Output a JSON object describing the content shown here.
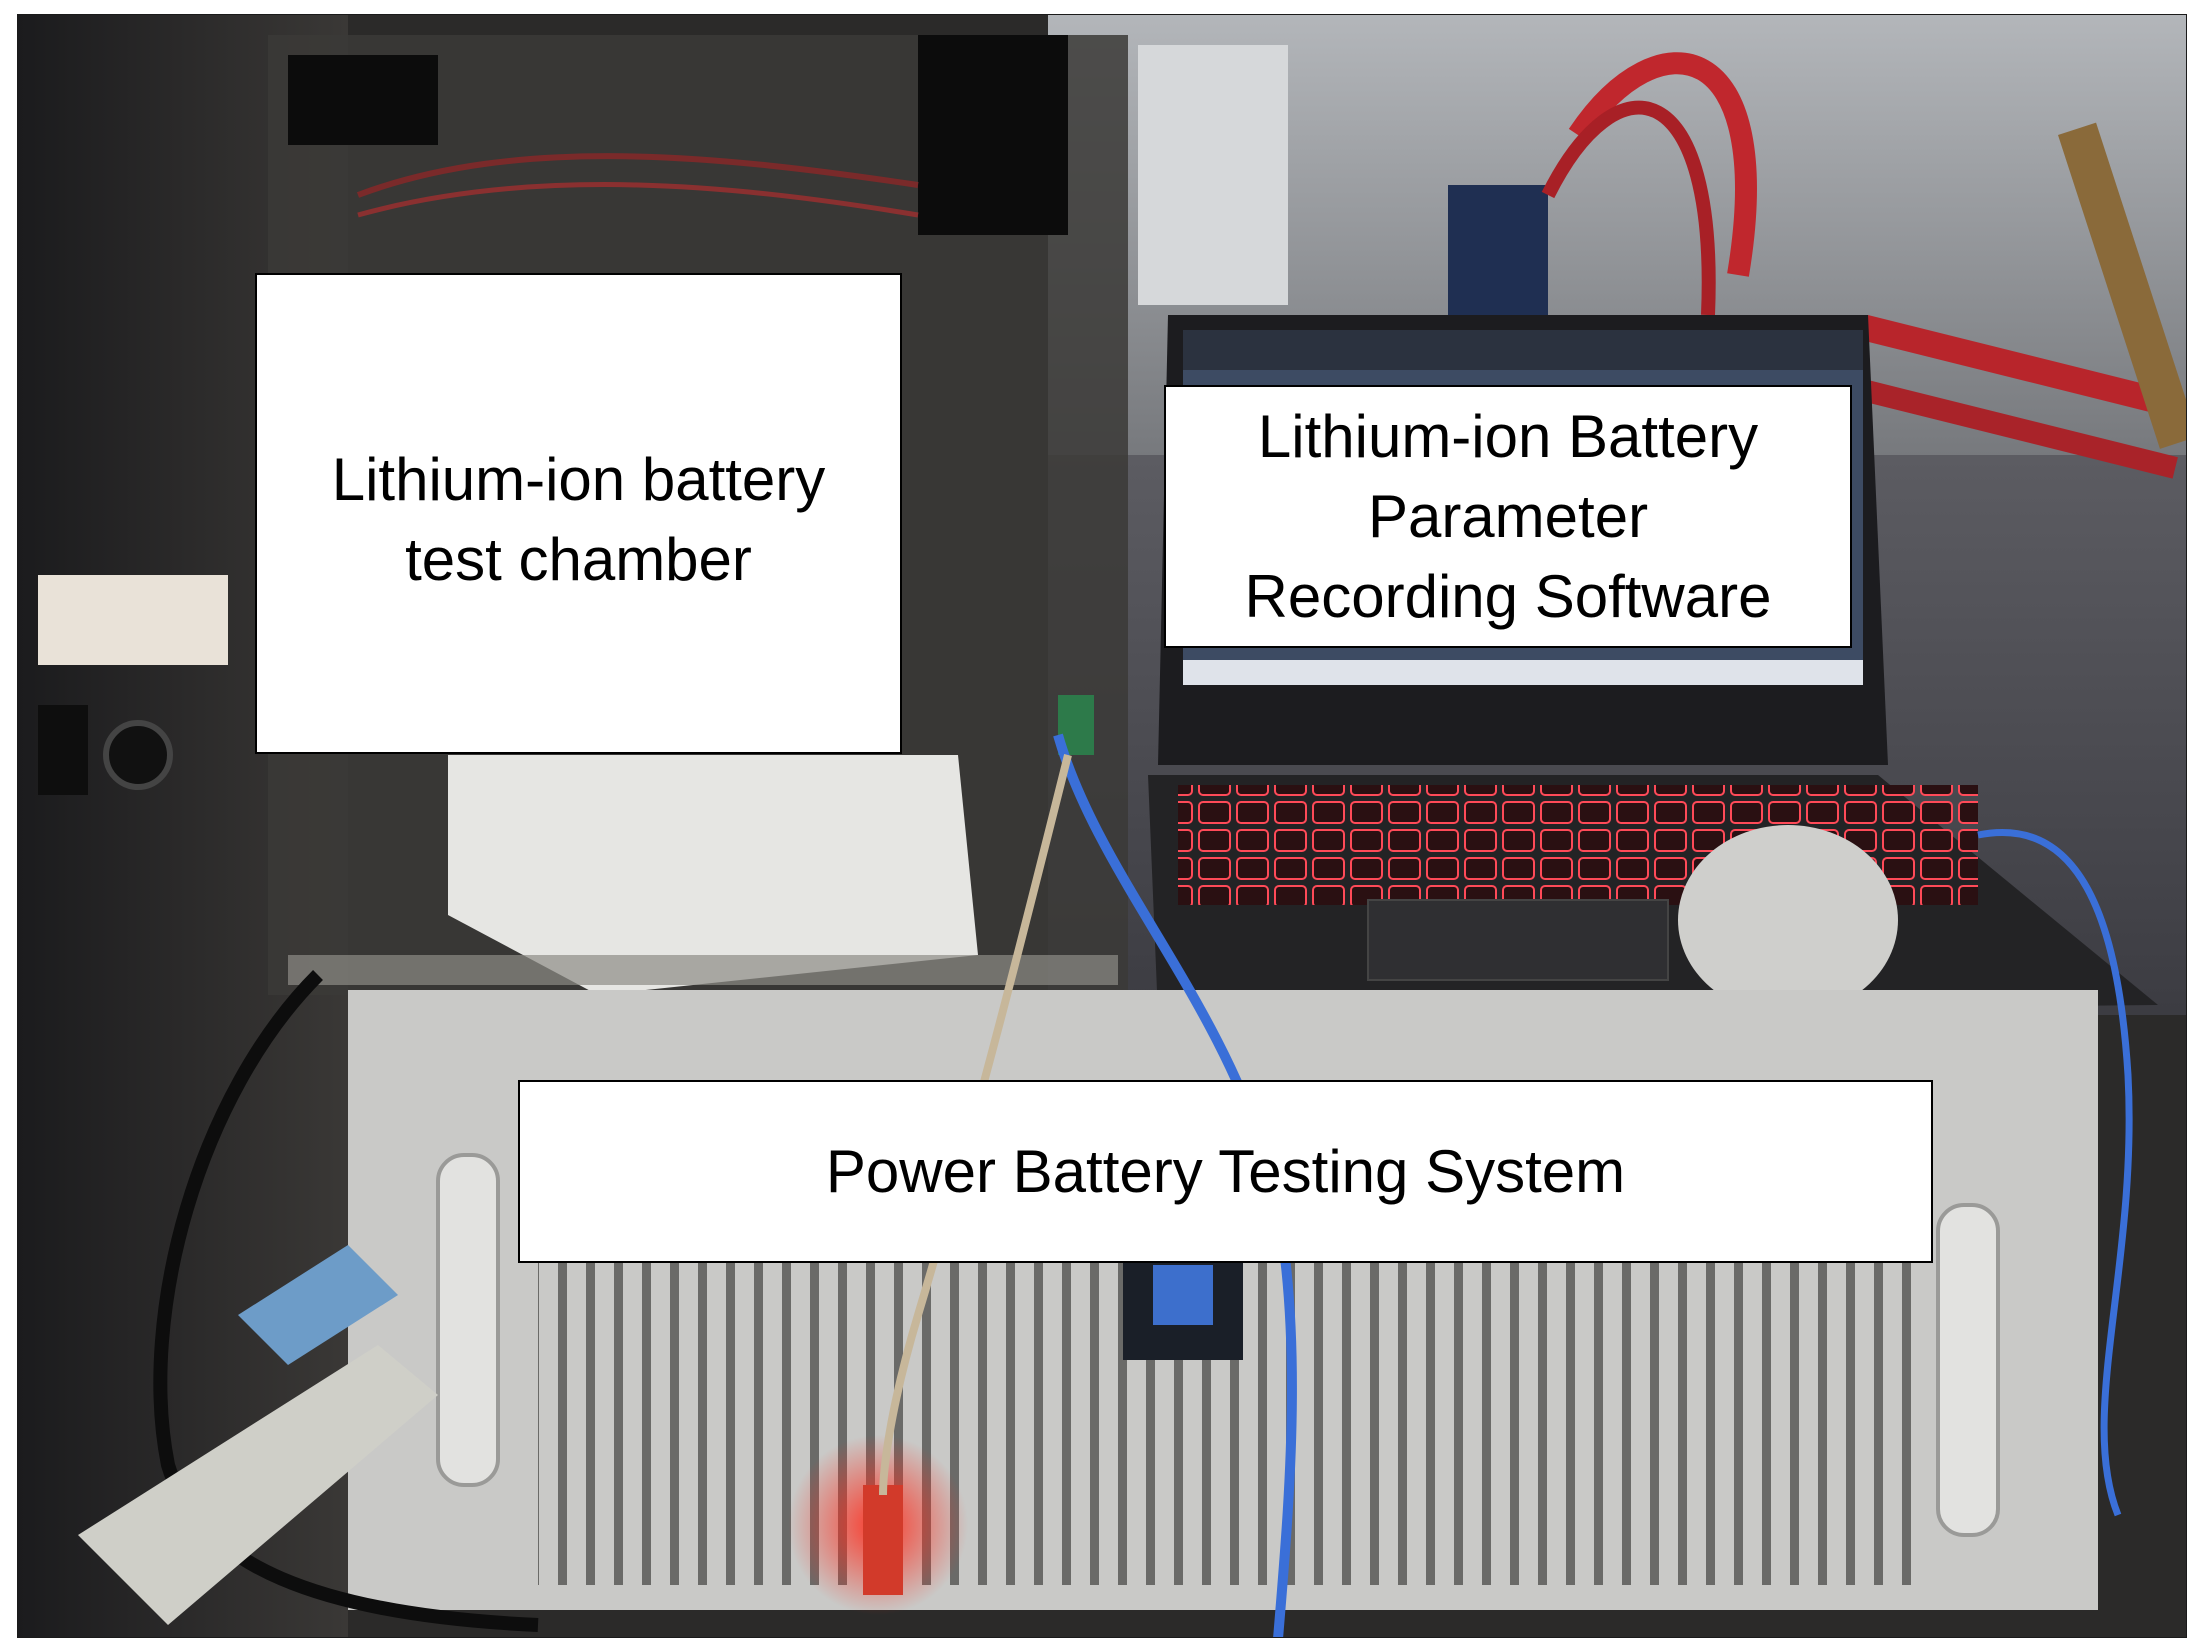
{
  "image": {
    "description_colors": {
      "background": "#2b2a29",
      "wall": "#8f9296",
      "floor": "#55555a",
      "tester_panel": "#c9c9c7",
      "keyboard_backlight": "#ff3b4b",
      "cable_blue": "#3a6fd8",
      "usb_led": "#ff2a1a"
    }
  },
  "labels": {
    "chamber": [
      "Lithium-ion battery",
      "test chamber"
    ],
    "software": [
      "Lithium-ion Battery",
      "Parameter",
      "Recording Software"
    ],
    "system": [
      "Power Battery Testing System"
    ]
  }
}
